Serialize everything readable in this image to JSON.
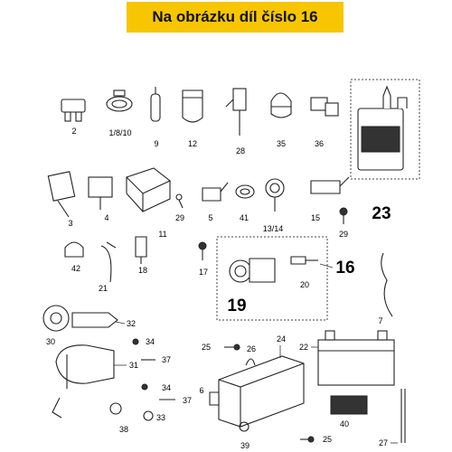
{
  "banner": {
    "title": "Na obrázku díl číslo 16"
  },
  "labels": {
    "p2": "2",
    "p1810": "1/8/10",
    "p9": "9",
    "p12": "12",
    "p28": "28",
    "p35": "35",
    "p36": "36",
    "p3": "3",
    "p4": "4",
    "p11": "11",
    "p29a": "29",
    "p5": "5",
    "p41": "41",
    "p1314": "13/14",
    "p15": "15",
    "p29b": "29",
    "p23": "23",
    "p42": "42",
    "p21": "21",
    "p18": "18",
    "p17": "17",
    "p19": "19",
    "p20": "20",
    "p16": "16",
    "p7": "7",
    "p30": "30",
    "p32": "32",
    "p34a": "34",
    "p37a": "37",
    "p31": "31",
    "p34b": "34",
    "p37b": "37",
    "p33": "33",
    "p38": "38",
    "p25a": "25",
    "p26": "26",
    "p24": "24",
    "p22": "22",
    "p6": "6",
    "p40": "40",
    "p39": "39",
    "p25b": "25",
    "p27": "27"
  }
}
